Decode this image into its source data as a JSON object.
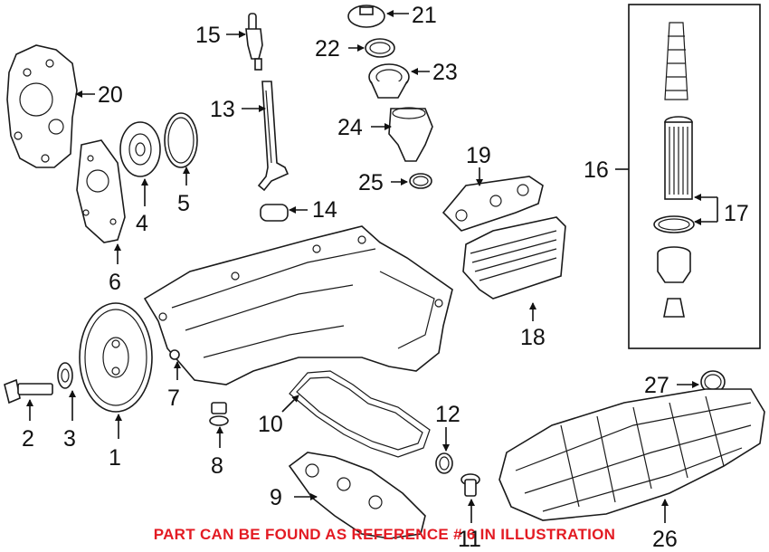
{
  "diagram": {
    "callouts": [
      "1",
      "2",
      "3",
      "4",
      "5",
      "6",
      "7",
      "8",
      "9",
      "10",
      "11",
      "12",
      "13",
      "14",
      "15",
      "16",
      "17",
      "18",
      "19",
      "20",
      "21",
      "22",
      "23",
      "24",
      "25",
      "26",
      "27"
    ],
    "note": "PART CAN BE FOUND AS REFERENCE # 6 IN ILLUSTRATION",
    "colors": {
      "line": "#1a1a1a",
      "note": "#e31b23",
      "background": "#ffffff"
    }
  }
}
